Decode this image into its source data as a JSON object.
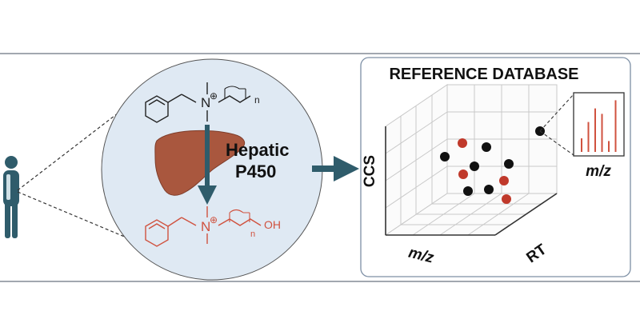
{
  "molecule": {
    "top": {
      "nitrogen": "N",
      "subscript": "n",
      "charge": "⊕"
    },
    "bottom": {
      "nitrogen": "N",
      "subscript": "n",
      "charge": "⊕",
      "hydroxyl": "OH"
    }
  },
  "enzyme": {
    "line1": "Hepatic",
    "line2": "P450"
  },
  "database": {
    "title": "REFERENCE DATABASE",
    "axis_y": "CCS",
    "axis_x": "m/z",
    "axis_z": "RT"
  },
  "spectrum": {
    "label": "m/z",
    "relative_peaks": [
      0.25,
      0.55,
      0.8,
      0.7,
      0.2,
      0.95
    ]
  },
  "colors": {
    "frame": "#6a7480",
    "teal": "#2f5c6b",
    "circle_fill": "#dfe9f3",
    "liver": "#a9573e",
    "red": "#c0392b",
    "black_dot": "#111111",
    "grid": "#c8c8c8",
    "peak": "#d0523f"
  },
  "icons": [
    "person-icon",
    "liver-icon",
    "arrow-right-icon",
    "arrow-down-icon"
  ]
}
